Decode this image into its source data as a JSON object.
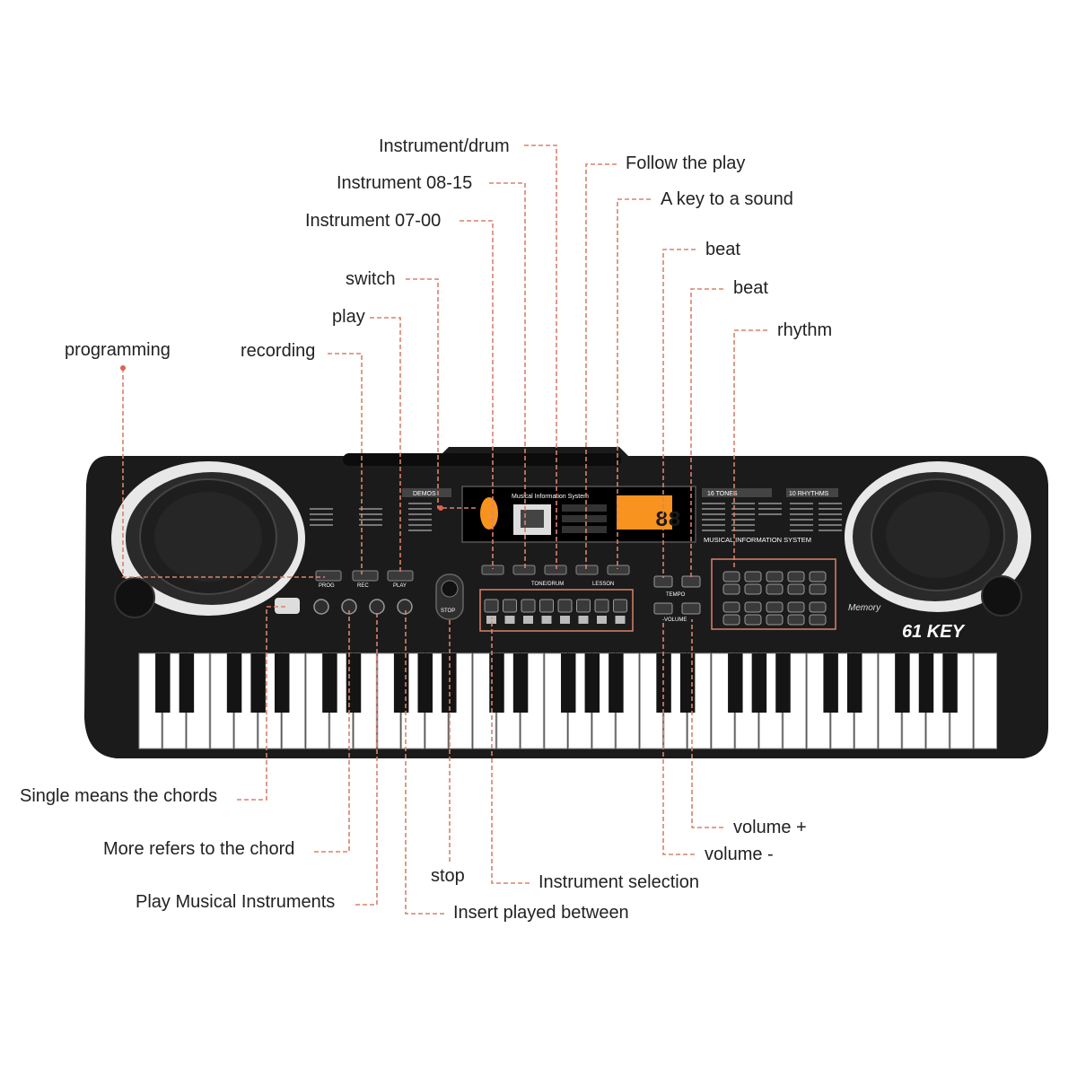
{
  "keyboard": {
    "model": "61 KEY",
    "brand_badge": "Memory",
    "info_system": "MUSICAL INFORMATION SYSTEM",
    "display_title": "Musical Information System",
    "display_digits": "88",
    "panel_labels": {
      "demos": "DEMOS",
      "tones": "16 TONES",
      "rhythms": "10 RHYTHMS",
      "prog": "PROG",
      "rec": "REC",
      "play": "PLAY",
      "tempo": "TEMPO",
      "volume": "VOLUME",
      "stop": "STOP",
      "lesson": "LESSON",
      "tone_drum": "TONE/DRUM"
    }
  },
  "callouts": [
    {
      "id": "instrument-drum",
      "label": "Instrument/drum"
    },
    {
      "id": "instrument-08-15",
      "label": "Instrument 08-15"
    },
    {
      "id": "instrument-07-00",
      "label": "Instrument 07-00"
    },
    {
      "id": "switch",
      "label": "switch"
    },
    {
      "id": "play",
      "label": "play"
    },
    {
      "id": "programming",
      "label": "programming"
    },
    {
      "id": "recording",
      "label": "recording"
    },
    {
      "id": "follow-the-play",
      "label": "Follow the play"
    },
    {
      "id": "a-key-to-a-sound",
      "label": "A key to a sound"
    },
    {
      "id": "beat-1",
      "label": "beat"
    },
    {
      "id": "beat-2",
      "label": "beat"
    },
    {
      "id": "rhythm",
      "label": "rhythm"
    },
    {
      "id": "single-chords",
      "label": "Single means the chords"
    },
    {
      "id": "more-chord",
      "label": "More refers to the chord"
    },
    {
      "id": "play-musical-instruments",
      "label": "Play Musical Instruments"
    },
    {
      "id": "stop",
      "label": "stop"
    },
    {
      "id": "instrument-selection",
      "label": "Instrument selection"
    },
    {
      "id": "insert-played-between",
      "label": "Insert played between"
    },
    {
      "id": "volume-plus",
      "label": "volume +"
    },
    {
      "id": "volume-minus",
      "label": "volume -"
    }
  ]
}
